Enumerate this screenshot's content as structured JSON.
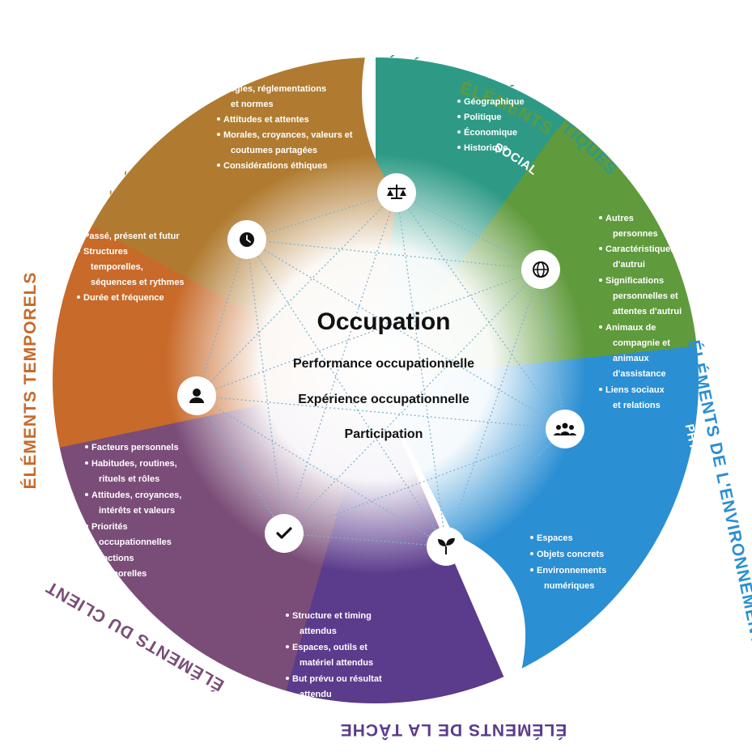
{
  "center": {
    "title": "Occupation",
    "lines": [
      "Performance occupationnelle",
      "Expérience occupationnelle",
      "Participation"
    ]
  },
  "colors": {
    "geopolitiques": "#2e9a86",
    "social": "#5f9a3c",
    "physique": "#2b8fd3",
    "tache": "#5b3b8c",
    "client": "#7a4d78",
    "temporels": "#c86a2a",
    "socioculturels": "#b07b30"
  },
  "labels": {
    "geopolitiques": "ÉLÉMENTS GÉOPOLITIQUES",
    "environnement_social": "ÉLÉMENTS DE L'ENVIRONNEMENT",
    "social": "SOCIAL",
    "environnement_physique": "ÉLÉMENTS DE L'ENVIRONNEMENT",
    "physique": "PHYSIQUE",
    "tache": "ÉLÉMENTS DE LA TÂCHE",
    "client": "ÉLÉMENTS DU CLIENT",
    "temporels": "ÉLÉMENTS TEMPORELS",
    "socioculturels": "ÉLÉMENTS SOCIOCULTURELS"
  },
  "lists": {
    "socioculturels": [
      "Règles, réglementations",
      "et normes",
      "Attitudes et attentes",
      "Morales, croyances, valeurs et",
      "coutumes partagées",
      "Considérations éthiques"
    ],
    "geopolitiques": [
      "Géographique",
      "Politique",
      "Économique",
      "Historique"
    ],
    "social": [
      "Autres",
      "personnes",
      "Caractéristiques",
      "d'autrui",
      "Significations",
      "personnelles et",
      "attentes d'autrui",
      "Animaux de",
      "compagnie et",
      "animaux",
      "d'assistance",
      "Liens sociaux",
      "et relations"
    ],
    "temporels": [
      "Passé, présent et futur",
      "Structures",
      "temporelles,",
      "séquences et rythmes",
      "Durée et fréquence"
    ],
    "client": [
      "Facteurs personnels",
      "Habitudes, routines,",
      "rituels et rôles",
      "Attitudes, croyances,",
      "intérêts et valeurs",
      "Priorités",
      "occupationnelles",
      "Fonctions",
      "corporelles"
    ],
    "physique": [
      "Espaces",
      "Objets concrets",
      "Environnements",
      "numériques"
    ],
    "tache": [
      "Structure et timing",
      "attendus",
      "Espaces, outils et",
      "matériel attendus",
      "But prévu ou résultat",
      "attendu"
    ]
  },
  "icons": [
    "scales-icon",
    "globe-icon",
    "group-icon",
    "sprout-icon",
    "checkmark-icon",
    "person-icon",
    "clock-icon"
  ]
}
